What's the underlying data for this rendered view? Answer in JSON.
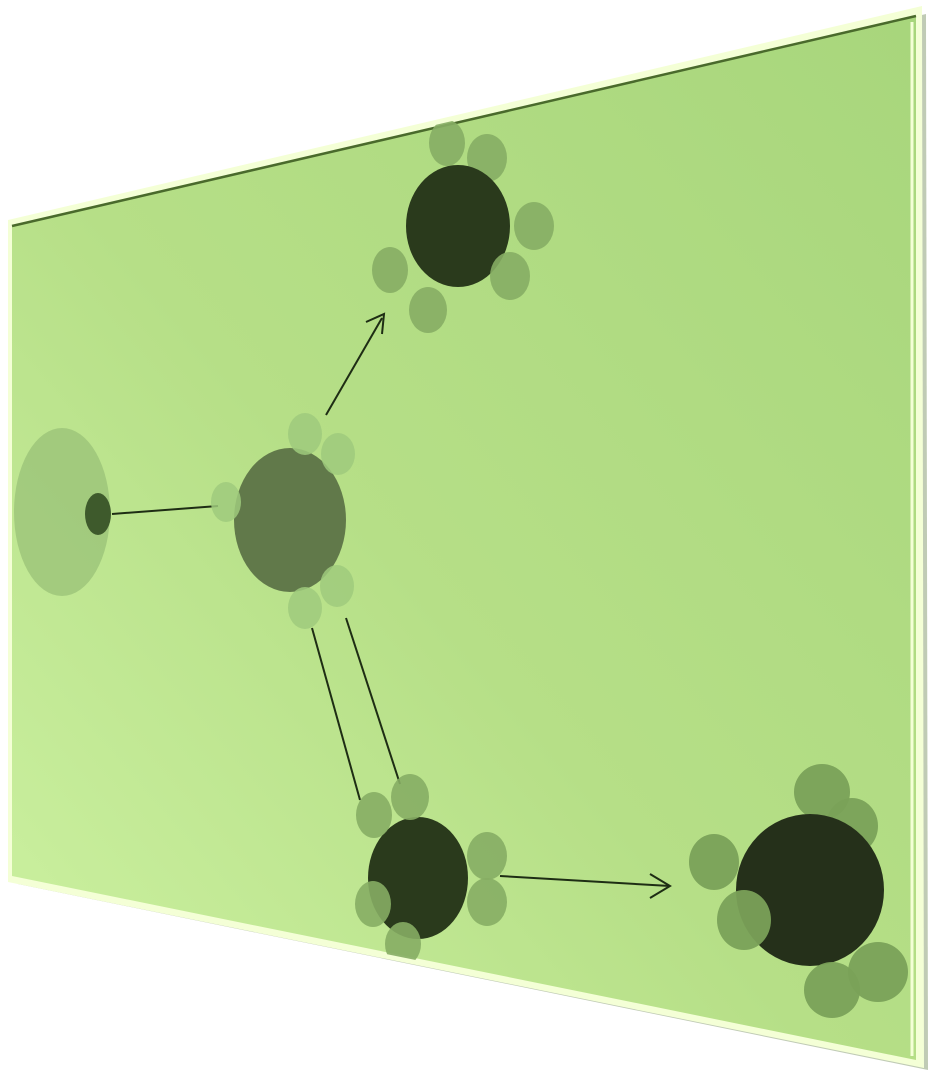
{
  "colors": {
    "background": "#ffffff",
    "panel_light": "#cdf2a2",
    "panel_mid": "#b6df87",
    "panel_dark": "#a8d67c",
    "panel_border": "#f4ffd6",
    "panel_edge_shadow": "#4a6a2c",
    "line": "#1e2d14",
    "node_halo": "#9dc67a",
    "node_core_small": "#3e5a2c",
    "node_core_mid": "#61794a",
    "node_core_dark": "#2a3a1c",
    "node_core_darkest": "#25301a",
    "bump_light": "#9fca7c",
    "bump_mid": "#86ad64",
    "bump_dark": "#7aa158"
  },
  "diagram": {
    "nodes": [
      {
        "id": "start",
        "kind": "small-core-with-halo"
      },
      {
        "id": "center",
        "kind": "medium-core-with-bumps"
      },
      {
        "id": "upper",
        "kind": "dark-core-with-bumps"
      },
      {
        "id": "lower",
        "kind": "dark-core-with-bumps"
      },
      {
        "id": "right",
        "kind": "large-dark-core-with-bumps"
      }
    ],
    "edges": [
      {
        "from": "start",
        "to": "center",
        "style": "plain-line"
      },
      {
        "from": "center",
        "to": "upper",
        "style": "arrow"
      },
      {
        "from": "center",
        "to": "lower",
        "style": "double-line"
      },
      {
        "from": "lower",
        "to": "right",
        "style": "arrow"
      }
    ]
  }
}
